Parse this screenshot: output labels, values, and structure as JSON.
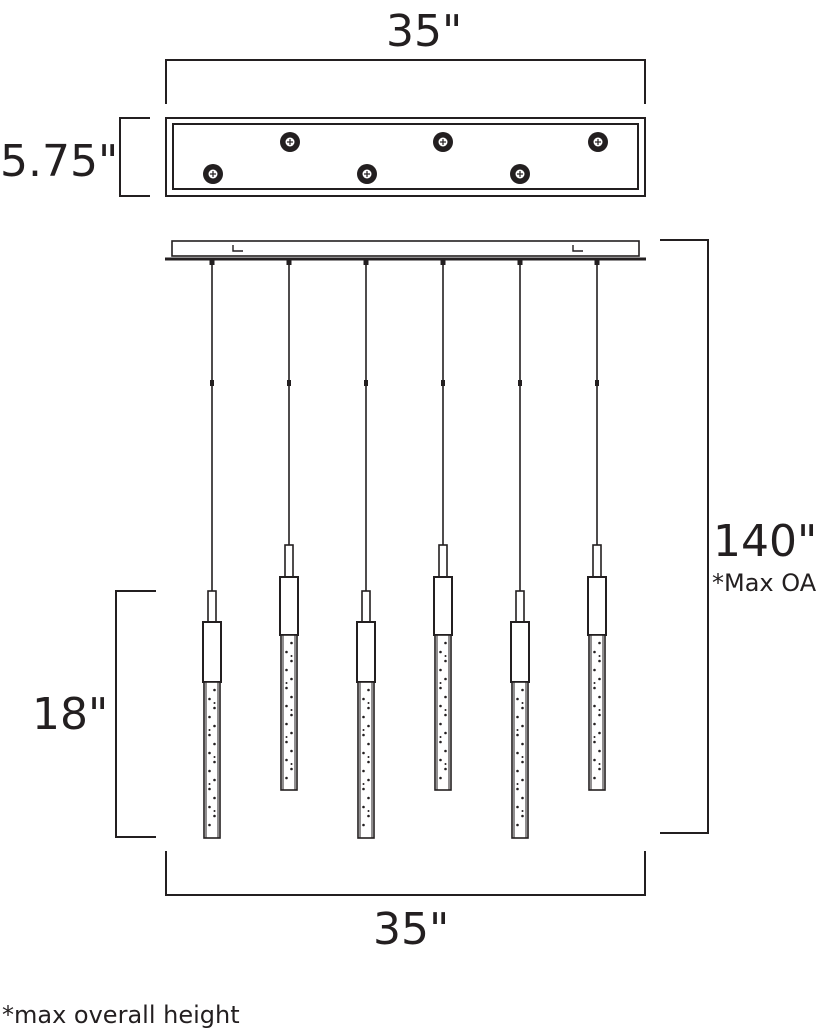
{
  "dimensions": {
    "top_width": "35\"",
    "canopy_depth": "5.75\"",
    "overall_height": "140\"",
    "overall_height_note": "*Max OA",
    "pendant_height": "18\"",
    "bottom_width": "35\""
  },
  "footnote": "*max overall height",
  "pendant_count": 6,
  "colors": {
    "line": "#231f20",
    "background": "#ffffff"
  }
}
